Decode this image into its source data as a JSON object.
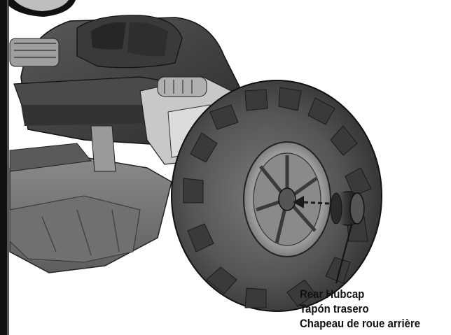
{
  "figure": {
    "subject": "Ride-on vehicle rear wheel assembly with hubcap being inserted",
    "callout": {
      "line_en": "Rear Hubcap",
      "line_es": "Tapón trasero",
      "line_fr": "Chapeau de roue arrière"
    },
    "colors": {
      "body_dark": "#3b3b3b",
      "body_mid": "#6a6a6a",
      "body_light": "#bdbdbd",
      "tire": "#4a4a4a",
      "rim": "#9a9a9a",
      "arrow": "#1a1a1a"
    }
  }
}
